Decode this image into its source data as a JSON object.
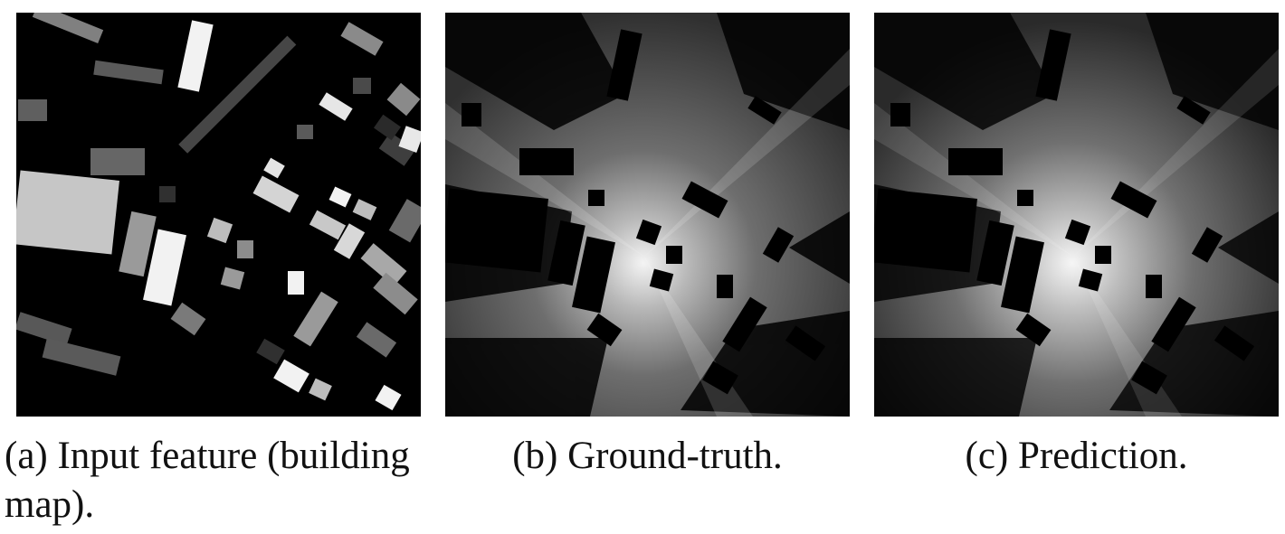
{
  "figure": {
    "panels": [
      {
        "caption": "(a) Input feature (building map).",
        "content": "building-map"
      },
      {
        "caption": "(b) Ground-truth.",
        "content": "radio-map"
      },
      {
        "caption": "(c) Prediction.",
        "content": "radio-map"
      }
    ]
  }
}
